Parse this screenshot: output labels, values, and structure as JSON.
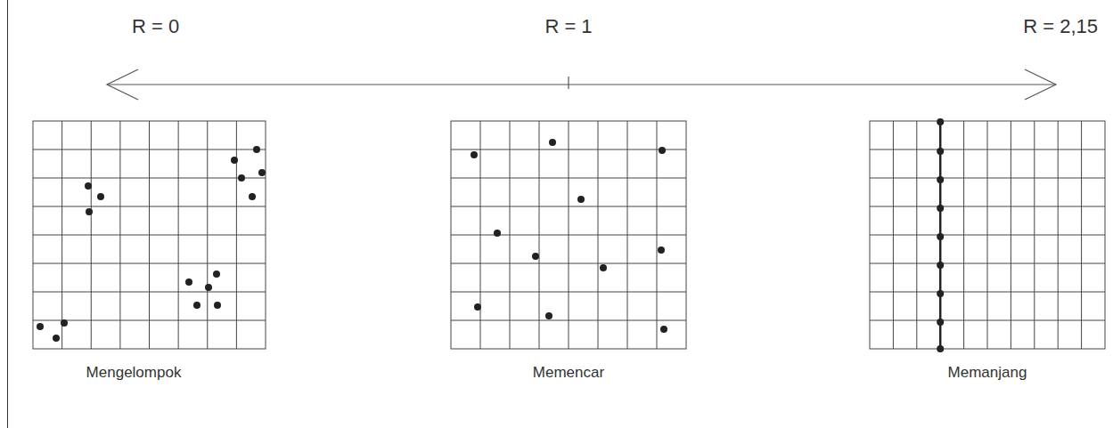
{
  "diagram": {
    "labels": [
      "R = 0",
      "R = 1",
      "R = 2,15",
      "Mengelompok",
      "Memencar",
      "Memanjang"
    ]
  }
}
